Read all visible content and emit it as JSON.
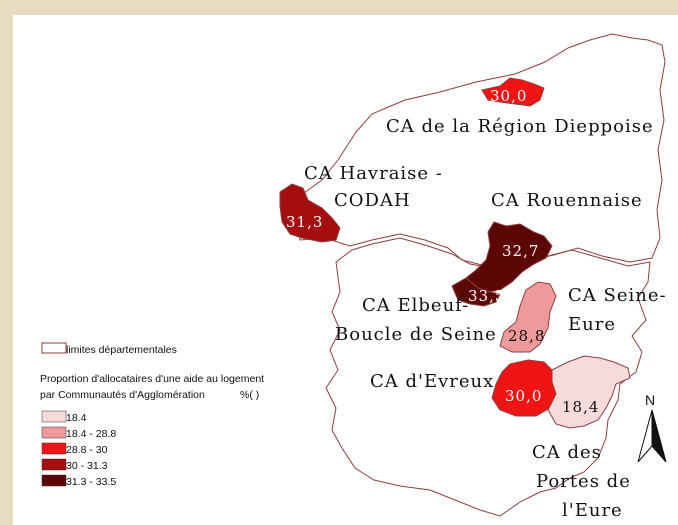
{
  "colors": {
    "boundary": "#8c3f3f",
    "class_1": "#f7dada",
    "class_2": "#ef9a9a",
    "class_3": "#ef1515",
    "class_4": "#a40e0e",
    "class_5": "#5c0606"
  },
  "regions": {
    "dieppe": {
      "name": "CA de la Région Dieppoise",
      "value": "30,0"
    },
    "havre": {
      "name_line1": "CA Havraise -",
      "name_line2": "CODAH",
      "value": "31,3"
    },
    "rouen": {
      "name": "CA Rouennaise",
      "value": "32,7"
    },
    "elbeuf": {
      "name_line1": "CA Elbeuf-",
      "name_line2": "Boucle de Seine",
      "value": "33,5"
    },
    "seine_eure": {
      "name_line1": "CA Seine-",
      "name_line2": "Eure",
      "value": "28,8"
    },
    "evreux": {
      "name": "CA d'Evreux",
      "value": "30,0"
    },
    "portes": {
      "name_line1": "CA des",
      "name_line2": "Portes de",
      "name_line3": "l'Eure",
      "value": "18,4"
    }
  },
  "legend": {
    "boundary_label": "limites départementales",
    "title_line1": "Proportion d'allocataires d'une aide au logement",
    "title_line2": "par Communautés d'Agglomération",
    "unit": "%(    )",
    "classes": [
      "18.4",
      "18.4 - 28.8",
      "28.8 - 30",
      "30 - 31.3",
      "31.3 - 33.5"
    ]
  },
  "north_arrow": {
    "label": "N",
    "icon": "north-arrow-icon"
  }
}
